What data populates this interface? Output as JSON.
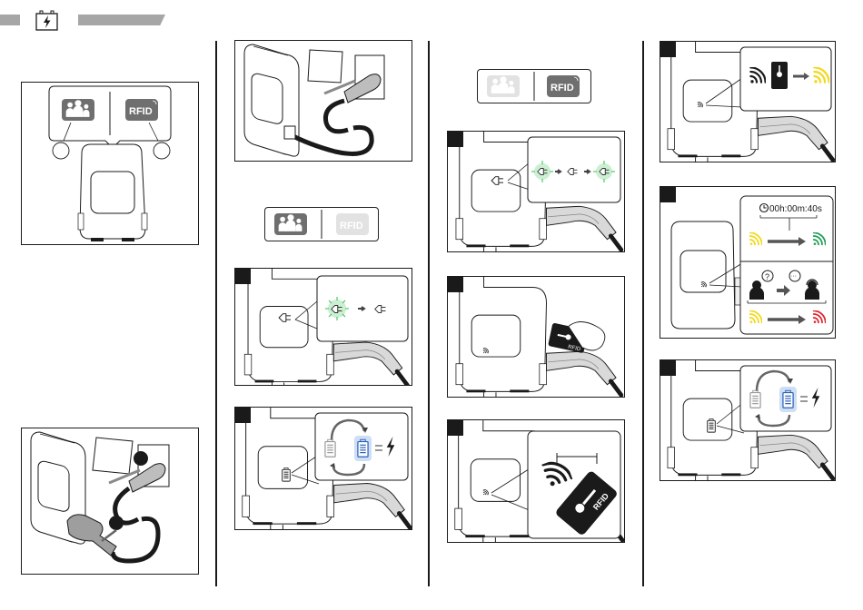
{
  "header": {
    "section_icon": "battery-charging-icon"
  },
  "colors": {
    "bar_gray": "#a6a6a6",
    "badge_dark": "#6f6f6f",
    "badge_disabled": "#e2e2e2",
    "led_green": "#2fbf4a",
    "led_yellow": "#f2d81a",
    "led_green_dark": "#1f9e56",
    "led_red": "#e0242f",
    "battery_blue": "#3a7bd5",
    "line": "#1a1a1a"
  },
  "mode_selector": {
    "free_mode_icon": "users-icon",
    "rfid_label": "RFID",
    "rfid_icon": "contactless-icon"
  },
  "col1": {
    "panel_mode_selection": {
      "free_label": "users-icon",
      "rfid_label": "RFID"
    },
    "panel_plug_in": {
      "description": "Connect charging cable to vehicle and station"
    }
  },
  "col2": {
    "panel_connect_station": {
      "description": "Connect cable to station socket"
    },
    "mode_badge": {
      "active": "free",
      "rfid_label": "RFID"
    },
    "panel_led_plug": {
      "states": [
        "blinking-green",
        "steady"
      ]
    },
    "panel_charging": {
      "description": "Battery charging cycle"
    }
  },
  "col3": {
    "mode_badge": {
      "active": "rfid",
      "rfid_label": "RFID"
    },
    "panel_led_plug_rfid": {
      "states": [
        "blinking-green",
        "steady",
        "blinking-green"
      ]
    },
    "panel_card_swipe": {
      "card_label": "RFID"
    },
    "panel_rfid_distance": {
      "card_label": "RFID"
    }
  },
  "col4": {
    "panel_rfid_read": {
      "states": [
        "rfid-signal",
        "card",
        "yellow-signal"
      ]
    },
    "panel_authorization": {
      "timer": "00h:00m:40s",
      "success_states": [
        "yellow",
        "green"
      ],
      "fail_states": [
        "yellow",
        "red"
      ],
      "bubble_question": "?",
      "bubble_ellipsis": "···"
    },
    "panel_charging": {
      "description": "Battery charging cycle"
    }
  }
}
